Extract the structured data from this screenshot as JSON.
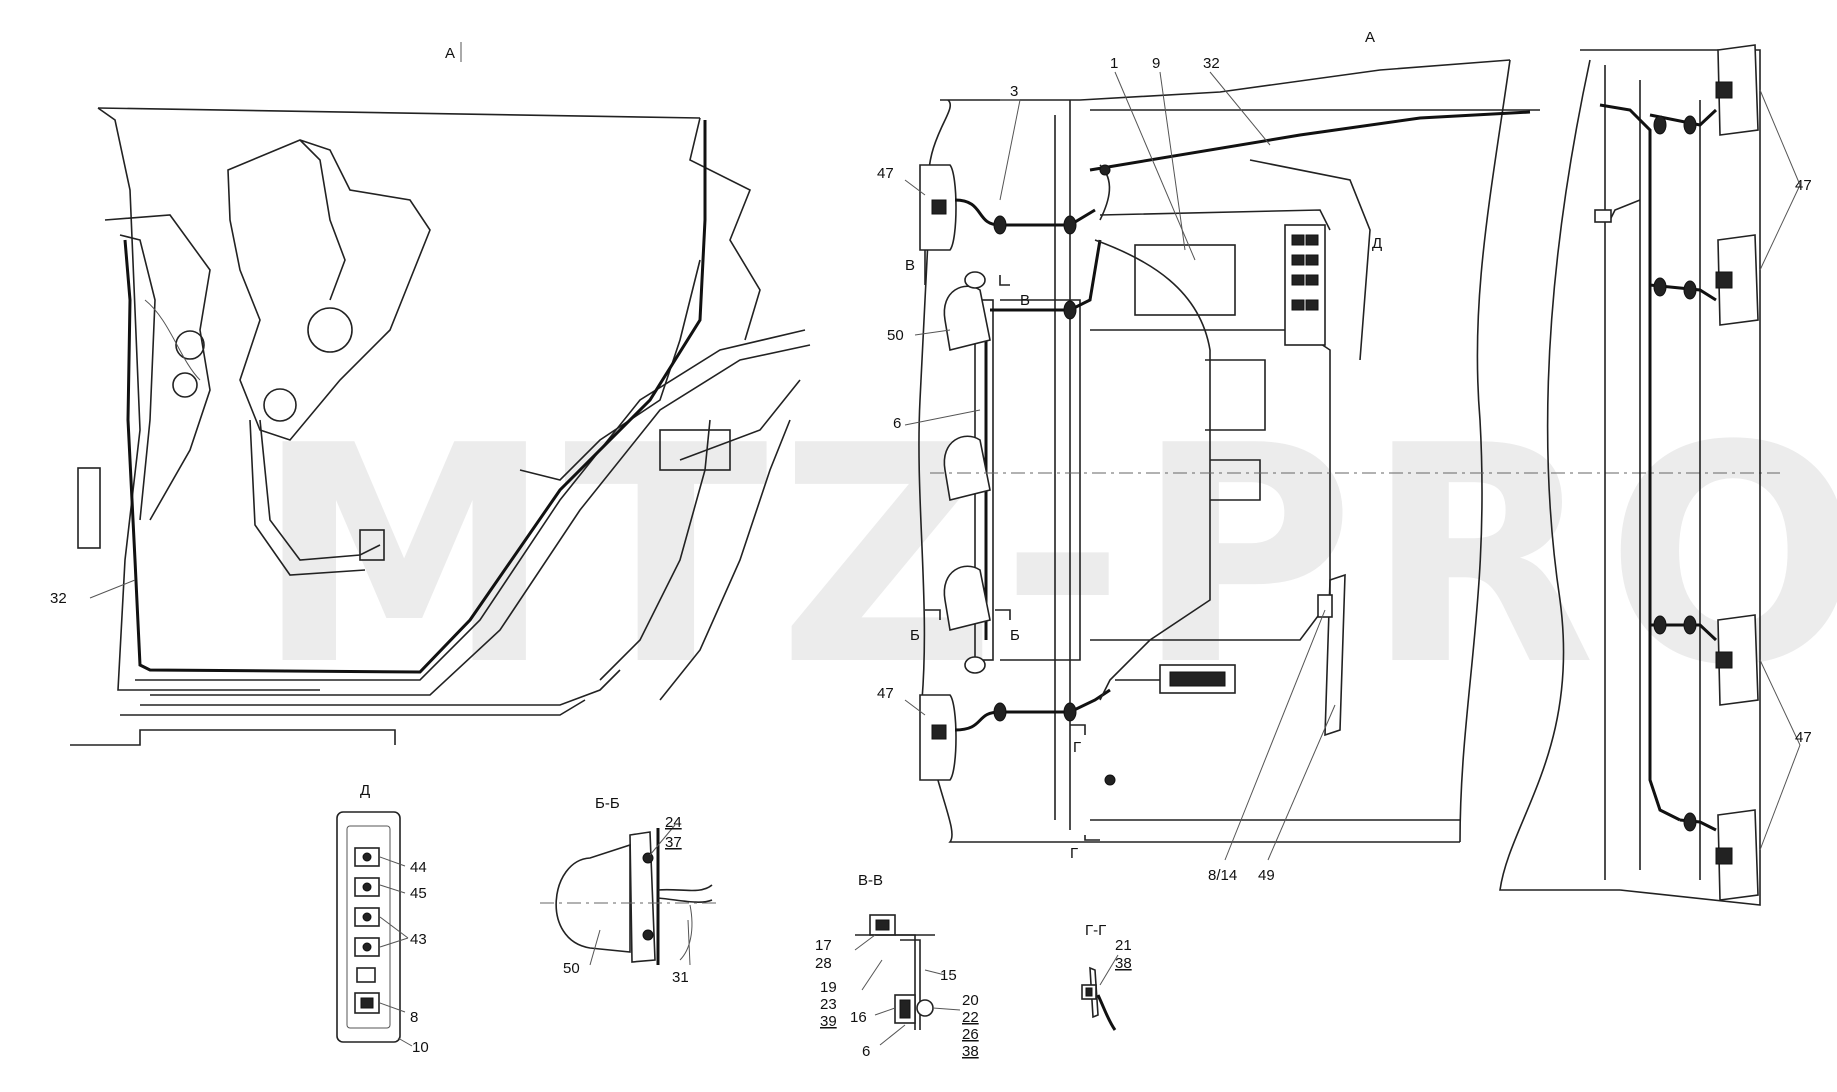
{
  "watermark": "MTZ-PRO",
  "view_titles": {
    "left_view": "А",
    "main_view": "А",
    "detail_d": "Д",
    "section_bb": "Б-Б",
    "section_vv": "В-В",
    "section_gg": "Г-Г"
  },
  "section_marks": {
    "d_mark": "Д",
    "v_left": "В",
    "v_right": "В",
    "b_left": "Б",
    "b_right": "Б",
    "g_top": "Г",
    "g_bottom": "Г"
  },
  "callouts": {
    "left_32": "32",
    "main_3": "3",
    "main_1": "1",
    "main_9": "9",
    "main_32": "32",
    "main_47_top": "47",
    "main_47_bottom": "47",
    "main_50": "50",
    "main_6": "6",
    "main_8_14": "8/14",
    "main_49": "49",
    "right_47_top": "47",
    "right_47_bottom": "47",
    "d_44": "44",
    "d_45": "45",
    "d_43": "43",
    "d_8": "8",
    "d_10": "10",
    "bb_24": "24",
    "bb_37": "37",
    "bb_31": "31",
    "bb_50": "50",
    "vv_17": "17",
    "vv_28": "28",
    "vv_19": "19",
    "vv_23": "23",
    "vv_39": "39",
    "vv_16": "16",
    "vv_6": "6",
    "vv_15": "15",
    "vv_20": "20",
    "vv_22": "22",
    "vv_26": "26",
    "vv_38": "38",
    "gg_21": "21",
    "gg_38": "38"
  }
}
